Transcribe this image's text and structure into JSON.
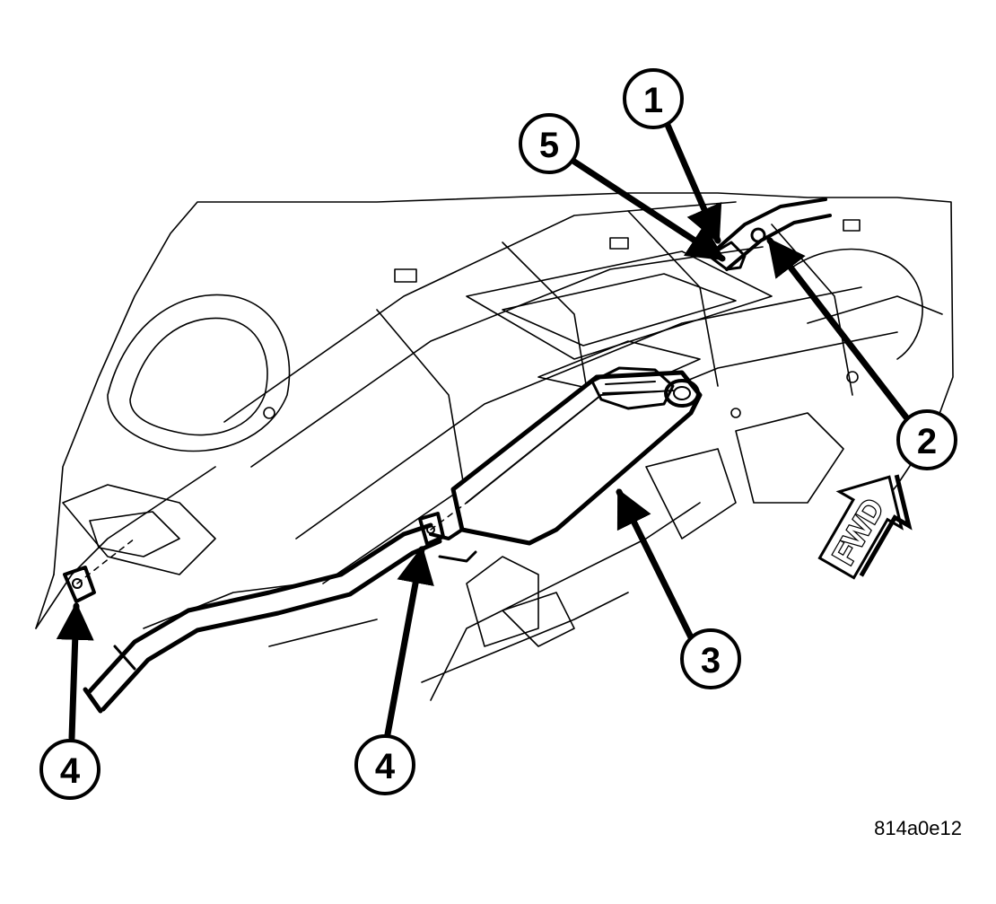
{
  "figure_id": "814a0e12",
  "direction_label": "FWD",
  "callouts": {
    "c1": "1",
    "c2": "2",
    "c3": "3",
    "c4_left": "4",
    "c4_center": "4",
    "c5": "5"
  },
  "colors": {
    "line": "#000000",
    "background": "#ffffff"
  }
}
